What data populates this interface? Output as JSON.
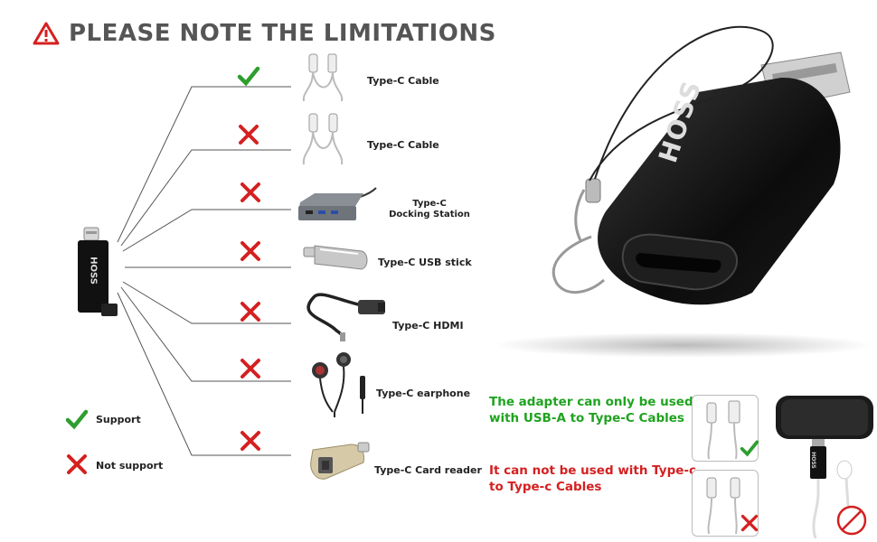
{
  "header": {
    "title": "PLEASE NOTE THE LIMITATIONS"
  },
  "brand": {
    "logo_text": "HOSS"
  },
  "items": [
    {
      "label": "Type-C Cable",
      "supported": true
    },
    {
      "label": "Type-C Cable",
      "supported": false
    },
    {
      "label_line1": "Type-C",
      "label_line2": "Docking Station",
      "supported": false
    },
    {
      "label": "Type-C USB stick",
      "supported": false
    },
    {
      "label": "Type-C HDMI",
      "supported": false
    },
    {
      "label": "Type-C earphone",
      "supported": false
    },
    {
      "label": "Type-C Card reader",
      "supported": false
    }
  ],
  "legend": {
    "support": "Support",
    "not_support": "Not support"
  },
  "notes": {
    "support_line1": "The adapter can only be used",
    "support_line2": "with USB-A to Type-C Cables",
    "not_line1": "It can not be used with Type-c",
    "not_line2": "to Type-c Cables"
  },
  "colors": {
    "check": "#2e9e2e",
    "cross": "#d42020",
    "title": "#555555",
    "support_text": "#1fa31f",
    "not_text": "#d42020"
  }
}
